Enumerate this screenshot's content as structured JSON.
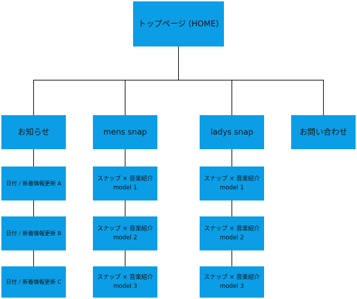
{
  "root": {
    "label": "トップページ (HOME)"
  },
  "sections": [
    {
      "label": "お知らせ",
      "children": [
        "日付 / 新着情報更新 A",
        "日付 / 新着情報更新 B",
        "日付 / 新着情報更新 C"
      ]
    },
    {
      "label": "mens snap",
      "children": [
        "スナップ × 音楽紹介\nmodel 1",
        "スナップ × 音楽紹介\nmodel 2",
        "スナップ × 音楽紹介\nmodel 3"
      ]
    },
    {
      "label": "ladys snap",
      "children": [
        "スナップ × 音楽紹介\nmodel 1",
        "スナップ × 音楽紹介\nmodel 2",
        "スナップ × 音楽紹介\nmodel 3"
      ]
    },
    {
      "label": "お問い合わせ",
      "children": []
    }
  ],
  "colors": {
    "node_fill": "#0b9ee6",
    "connector": "#111111",
    "text": "#111111"
  }
}
